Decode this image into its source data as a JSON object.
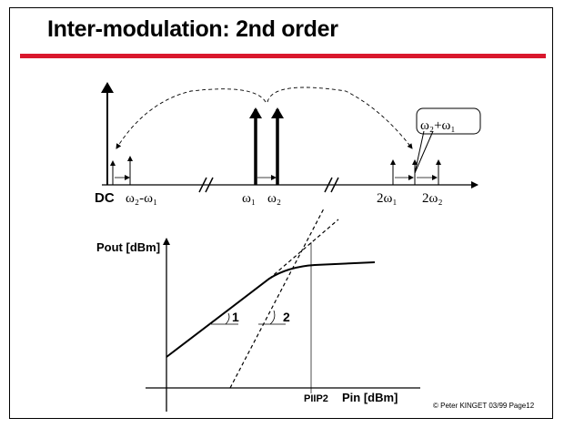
{
  "slide": {
    "title": "Inter-modulation: 2nd order",
    "footer": "© Peter KINGET  03/99 Page12",
    "accent_color": "#d9182d"
  },
  "spectrum": {
    "dc_label": "DC",
    "diff_label": "ω₂-ω₁",
    "w1_label": "ω₁",
    "w2_label": "ω₂",
    "h1_label": "2ω₁",
    "h2_label": "2ω₂",
    "sum_label": "ω₂+ω₁"
  },
  "plot": {
    "ylabel": "Pout [dBm]",
    "xlabel": "Pin [dBm]",
    "iip2_label": "PIIP2",
    "slope1_label": "1",
    "slope2_label": "2"
  }
}
